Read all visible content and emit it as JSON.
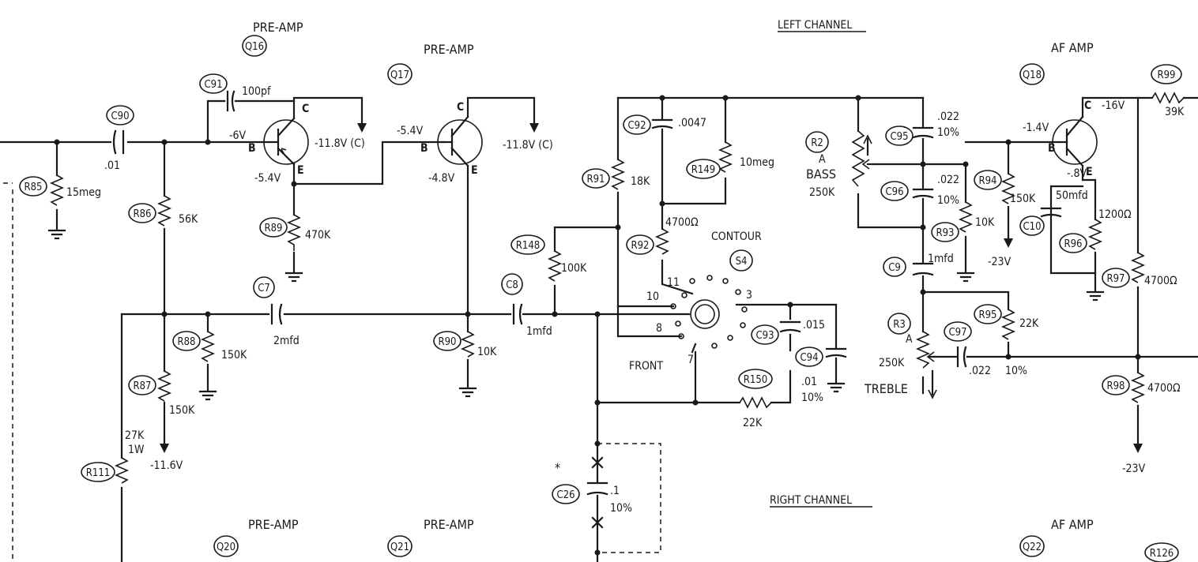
{
  "sections": {
    "left_channel": "LEFT CHANNEL",
    "right_channel": "RIGHT CHANNEL"
  },
  "stages": {
    "q16_title": "PRE-AMP",
    "q17_title": "PRE-AMP",
    "q18_title": "AF AMP",
    "q20_title": "PRE-AMP",
    "q21_title": "PRE-AMP",
    "q22_title": "AF AMP"
  },
  "refs": {
    "Q16": "Q16",
    "Q17": "Q17",
    "Q18": "Q18",
    "Q20": "Q20",
    "Q21": "Q21",
    "Q22": "Q22",
    "C90": "C90",
    "C91": "C91",
    "C7": "C7",
    "C8": "C8",
    "C92": "C92",
    "C93": "C93",
    "C94": "C94",
    "C95": "C95",
    "C96": "C96",
    "C9": "C9",
    "C97": "C97",
    "C10": "C10",
    "C26": "C26",
    "R85": "R85",
    "R86": "R86",
    "R87": "R87",
    "R88": "R88",
    "R89": "R89",
    "R90": "R90",
    "R91": "R91",
    "R92": "R92",
    "R148": "R148",
    "R149": "R149",
    "R150": "R150",
    "R2": "R2",
    "R3": "R3",
    "R93": "R93",
    "R94": "R94",
    "R95": "R95",
    "R96": "R96",
    "R97": "R97",
    "R98": "R98",
    "R99": "R99",
    "R111": "R111",
    "R126": "R126",
    "S4": "S4"
  },
  "values": {
    "c90": ".01",
    "r85": "15meg",
    "c91": "100pf",
    "r86": "56K",
    "r89": "470K",
    "c7": "2mfd",
    "r88": "150K",
    "r87": "150K",
    "r111_a": "27K",
    "r111_b": "1W",
    "r90": "10K",
    "c8": "1mfd",
    "r148": "100K",
    "r91": "18K",
    "c92": ".0047",
    "r149": "10meg",
    "r92": "4700Ω",
    "contour": "CONTOUR",
    "front": "FRONT",
    "c93": ".015",
    "c94_a": ".01",
    "c94_b": "10%",
    "r150": "22K",
    "c26_a": ".1",
    "c26_b": "10%",
    "r2_a": "A",
    "r2_b": "BASS",
    "r2_c": "250K",
    "c95_a": ".022",
    "c95_b": "10%",
    "c96_a": ".022",
    "c96_b": "10%",
    "r93": "10K",
    "c9": "1mfd",
    "r3_a": "A",
    "r3_b": "250K",
    "r3_c": "TREBLE",
    "c97_a": ".022",
    "c97_b": "10%",
    "r95": "22K",
    "r94": "150K",
    "c10": "50mfd",
    "r96": "1200Ω",
    "r97": "4700Ω",
    "r98": "4700Ω",
    "r99": "39K",
    "asterisk": "*"
  },
  "voltages": {
    "q16_b": "-6V",
    "q16_e": "-5.4V",
    "q16_c": "-11.8V (C)",
    "q17_b": "-5.4V",
    "q17_e": "-4.8V",
    "q17_c": "-11.8V (C)",
    "r87_tap": "-11.6V",
    "q18_b": "-1.4V",
    "q18_e": "-.8V",
    "q18_c": "-16V",
    "r94_bot": "-23V",
    "r98_bot": "-23V"
  },
  "pins": {
    "b": "B",
    "c": "C",
    "e": "E",
    "s11": "11",
    "s10": "10",
    "s8": "8",
    "s7": "7",
    "s3": "3"
  }
}
